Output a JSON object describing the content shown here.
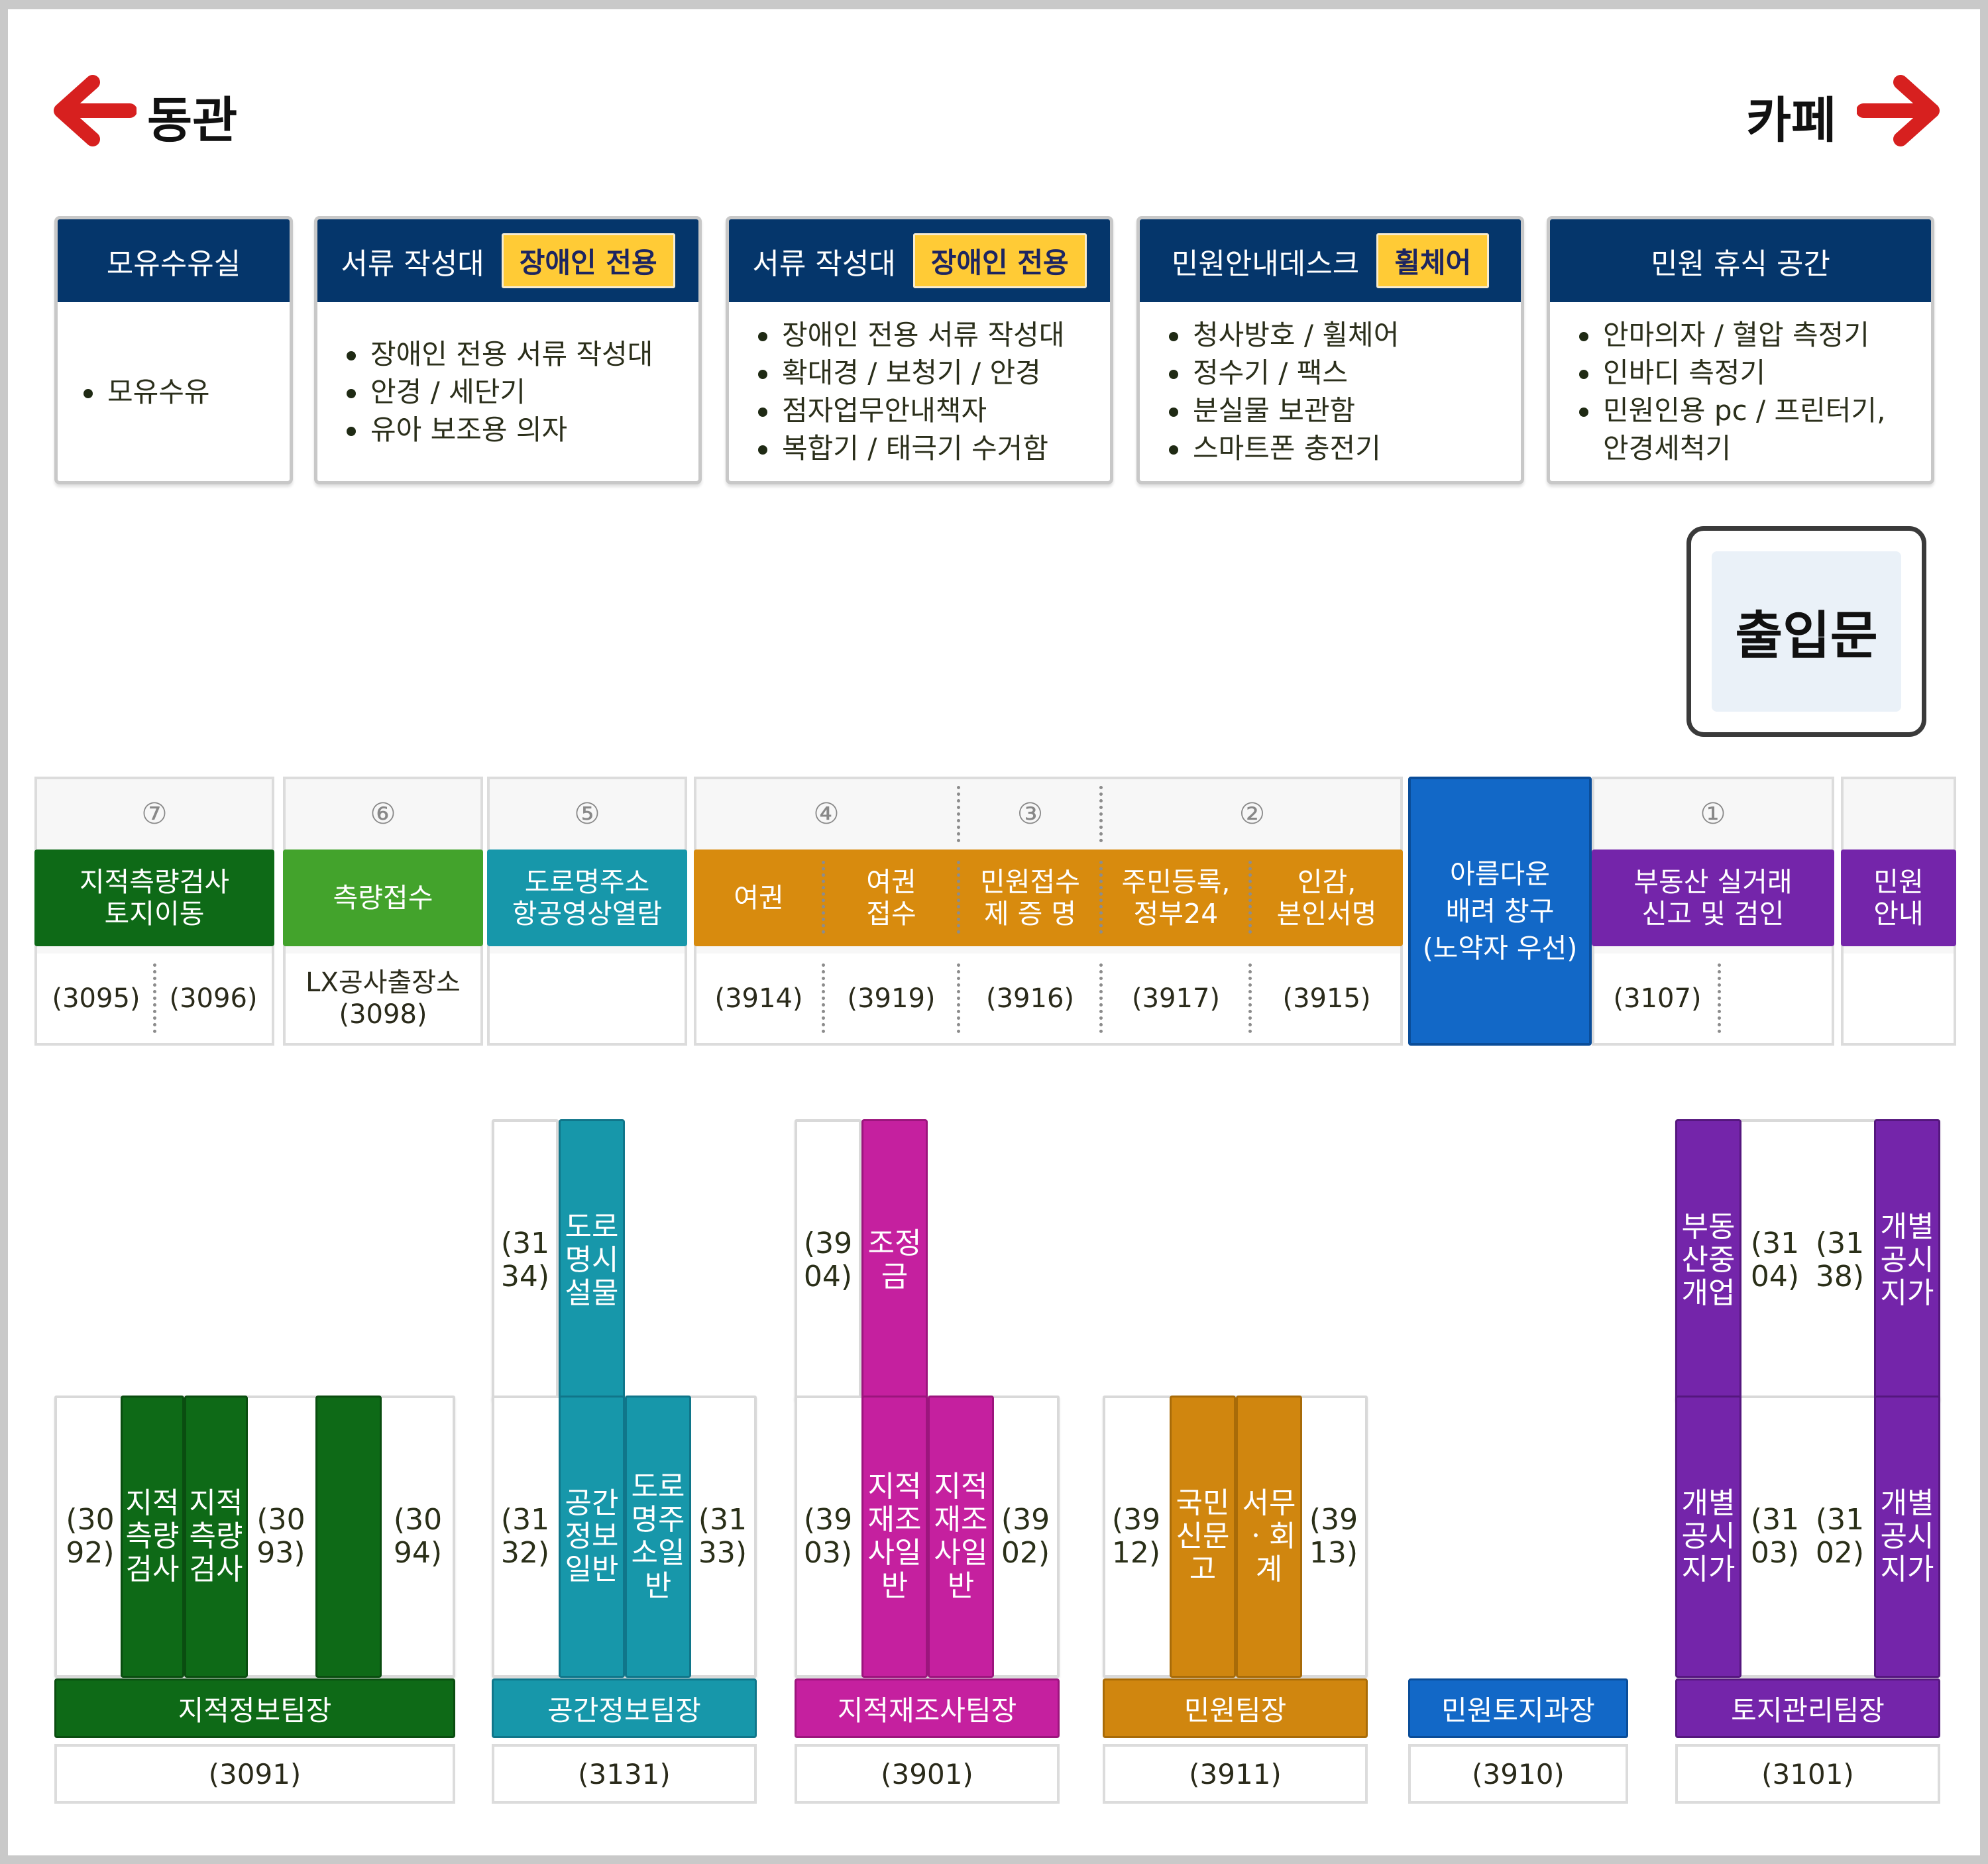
{
  "nav": {
    "left_label": "동관",
    "right_label": "카페"
  },
  "colors": {
    "navy": "#05366b",
    "badge": "#ffcb36",
    "arrow_red": "#d7201f",
    "dark_green": "#0e6a17",
    "green": "#43a32c",
    "teal": "#1797aa",
    "orange": "#d88b0e",
    "blue": "#1268c7",
    "purple": "#7425aa",
    "magenta": "#c5209f",
    "gold": "#d0860f"
  },
  "cards": [
    {
      "title": "모유수유실",
      "badge": "",
      "items": [
        "모유수유"
      ]
    },
    {
      "title": "서류 작성대",
      "badge": "장애인 전용",
      "items": [
        "장애인 전용 서류 작성대",
        "안경 / 세단기",
        "유아 보조용 의자"
      ]
    },
    {
      "title": "서류 작성대",
      "badge": "장애인 전용",
      "items": [
        "장애인 전용 서류 작성대",
        "확대경 / 보청기 / 안경",
        "점자업무안내책자",
        "복합기 / 태극기 수거함"
      ]
    },
    {
      "title": "민원안내데스크",
      "badge": "휠체어",
      "items": [
        "청사방호 / 휠체어",
        "정수기 / 팩스",
        "분실물 보관함",
        "스마트폰 충전기"
      ]
    },
    {
      "title": "민원 휴식 공간",
      "badge": "",
      "items": [
        "안마의자 / 혈압 측정기",
        "인바디 측정기",
        "민원인용 pc / 프린터기, 안경세척기"
      ]
    }
  ],
  "entrance": "출입문",
  "counters": {
    "numbers": [
      "⑦",
      "⑥",
      "⑤",
      "④",
      "③",
      "②",
      "①"
    ],
    "services": [
      "지적측량검사\n토지이동",
      "측량접수",
      "도로명주소\n항공영상열람",
      "여권",
      "여권\n접수",
      "민원접수\n제 증 명",
      "주민등록,\n정부24",
      "인감,\n본인서명",
      "아름다운\n배려 창구\n(노약자 우선)",
      "부동산 실거래\n신고 및 검인",
      "민원\n안내"
    ],
    "exts": [
      "(3095)",
      "(3096)",
      "LX공사출장소\n(3098)",
      "(3914)",
      "(3919)",
      "(3916)",
      "(3917)",
      "(3915)",
      "(3107)"
    ]
  },
  "desk_labels": {
    "d3092": "(3092)",
    "d_cad1": "지적측량검사",
    "d_cad2": "지적측량검사",
    "d3093": "(3093)",
    "d3094": "(3094)",
    "d3134": "(3134)",
    "d_road_fac": "도로명시설물",
    "d3132": "(3132)",
    "d_spatial": "공간정보일반",
    "d_road_gen": "도로명주소일반",
    "d3133": "(3133)",
    "d3904": "(3904)",
    "d_adjust": "조정금",
    "d3903": "(3903)",
    "d_resurvey1": "지적재조사일반",
    "d_resurvey2": "지적재조사일반",
    "d3902": "(3902)",
    "d3912": "(3912)",
    "d_petition": "국민신문고",
    "d_admin": "서무ㆍ회계",
    "d3913": "(3913)",
    "d_broker": "부동산중개업",
    "d3104": "(3104)",
    "d3138": "(3138)",
    "d_price1": "개별공시지가",
    "d_price2": "개별공시지가",
    "d3103": "(3103)",
    "d3102": "(3102)",
    "d_price3": "개별공시지가"
  },
  "teams": [
    {
      "name": "지적정보팀장",
      "ext": "(3091)"
    },
    {
      "name": "공간정보팀장",
      "ext": "(3131)"
    },
    {
      "name": "지적재조사팀장",
      "ext": "(3901)"
    },
    {
      "name": "민원팀장",
      "ext": "(3911)"
    },
    {
      "name": "민원토지과장",
      "ext": "(3910)"
    },
    {
      "name": "토지관리팀장",
      "ext": "(3101)"
    }
  ]
}
